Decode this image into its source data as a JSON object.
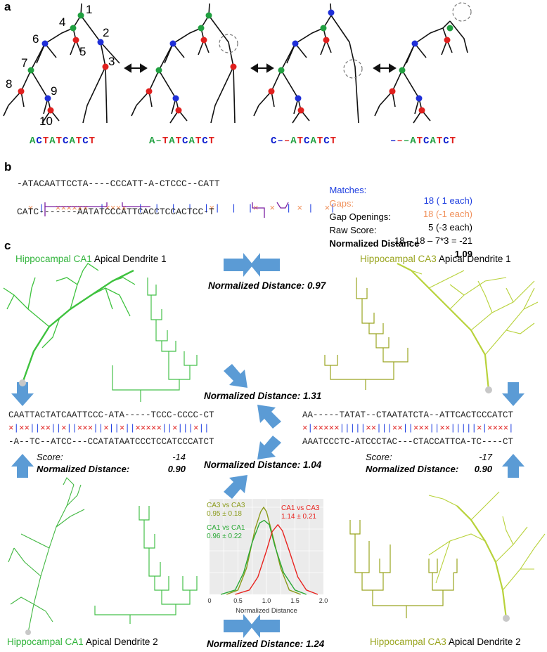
{
  "panel_labels": {
    "a": "a",
    "b": "b",
    "c": "c"
  },
  "panel_a": {
    "node_numbers": [
      "1",
      "2",
      "3",
      "4",
      "5",
      "6",
      "7",
      "8",
      "9",
      "10"
    ],
    "sequences": [
      [
        {
          "ch": "A",
          "c": "a"
        },
        {
          "ch": "C",
          "c": "c"
        },
        {
          "ch": "T",
          "c": "t"
        },
        {
          "ch": "A",
          "c": "a"
        },
        {
          "ch": "T",
          "c": "t"
        },
        {
          "ch": "C",
          "c": "c"
        },
        {
          "ch": "A",
          "c": "a"
        },
        {
          "ch": "T",
          "c": "t"
        },
        {
          "ch": "C",
          "c": "c"
        },
        {
          "ch": "T",
          "c": "t"
        }
      ],
      [
        {
          "ch": "A",
          "c": "a"
        },
        {
          "ch": "–",
          "c": "a"
        },
        {
          "ch": "T",
          "c": "t"
        },
        {
          "ch": "A",
          "c": "a"
        },
        {
          "ch": "T",
          "c": "t"
        },
        {
          "ch": "C",
          "c": "c"
        },
        {
          "ch": "A",
          "c": "a"
        },
        {
          "ch": "T",
          "c": "t"
        },
        {
          "ch": "C",
          "c": "c"
        },
        {
          "ch": "T",
          "c": "t"
        }
      ],
      [
        {
          "ch": "C",
          "c": "c"
        },
        {
          "ch": "–",
          "c": "c"
        },
        {
          "ch": "–",
          "c": "t"
        },
        {
          "ch": "A",
          "c": "a"
        },
        {
          "ch": "T",
          "c": "t"
        },
        {
          "ch": "C",
          "c": "c"
        },
        {
          "ch": "A",
          "c": "a"
        },
        {
          "ch": "T",
          "c": "t"
        },
        {
          "ch": "C",
          "c": "c"
        },
        {
          "ch": "T",
          "c": "t"
        }
      ],
      [
        {
          "ch": "–",
          "c": "c"
        },
        {
          "ch": "–",
          "c": "t"
        },
        {
          "ch": "–",
          "c": "a"
        },
        {
          "ch": "A",
          "c": "a"
        },
        {
          "ch": "T",
          "c": "t"
        },
        {
          "ch": "C",
          "c": "c"
        },
        {
          "ch": "A",
          "c": "a"
        },
        {
          "ch": "T",
          "c": "t"
        },
        {
          "ch": "C",
          "c": "c"
        },
        {
          "ch": "T",
          "c": "t"
        }
      ]
    ]
  },
  "panel_b": {
    "seq_top": "-ATACAATTCCTA----CCCATT-A-CTCCC--CATT",
    "seq_bottom": "CATC-------AATATCCCATTCACCTCCACTCC-T",
    "match_row": "× |  ××××××  |××××  |  |  |  |  |×|  |  |×  ×  | × |  ×|",
    "stats": [
      {
        "label": "Matches:",
        "value": "18 ( 1 each)",
        "color": "#1f3fe0"
      },
      {
        "label": "Gaps:",
        "value": "18 (-1 each)",
        "color": "#f0905a"
      },
      {
        "label": "Gap Openings:",
        "value": "5 (-3 each)",
        "color": "#111111"
      },
      {
        "label": "Raw Score:",
        "value": "18 – 18 – 7*3 = -21",
        "color": "#111111"
      }
    ],
    "normalized_label": "Normalized Distance",
    "normalized_value": "1.09"
  },
  "panel_c": {
    "captions": {
      "ca1_d1": {
        "region": "Hippocampal CA1",
        "rest": "Apical Dendrite 1"
      },
      "ca3_d1": {
        "region": "Hippocampal CA3",
        "rest": "Apical Dendrite 1"
      },
      "ca1_d2": {
        "region": "Hippocampal CA1",
        "rest": "Apical Dendrite 2"
      },
      "ca3_d2": {
        "region": "Hippocampal CA3",
        "rest": "Apical Dendrite 2"
      }
    },
    "distances": {
      "top": "Normalized Distance: 0.97",
      "diag1": "Normalized Distance: 1.31",
      "diag2": "Normalized Distance: 1.04",
      "bottom": "Normalized Distance: 1.24"
    },
    "left_alignment": {
      "top": "CAATTACTATCAATTCCC-ATA-----TCCC-CCCC-CT",
      "mid": "×|××||××||×||×××||×||×||×××××||×|||×||",
      "bottom": "-A--TC--ATCC---CCATATAATCCCTCCATCCCATCT",
      "score_label": "Score:",
      "score": "-14",
      "nd_label": "Normalized Distance:",
      "nd": "0.90"
    },
    "right_alignment": {
      "top": "AA-----TATAT--CTAATATCTA--ATTCACTCCCATCT",
      "mid": "×|×××××|||||××|||××||×××||××|||||×|××××|",
      "bottom": "AAATCCCTC-ATCCCTAC---CTACCATTCA-TC----CT",
      "score_label": "Score:",
      "score": "-17",
      "nd_label": "Normalized Distance:",
      "nd": "0.90"
    },
    "legend": {
      "ca3ca3": {
        "name": "CA3 vs CA3",
        "stat": "0.95 ± 0.18"
      },
      "ca1ca1": {
        "name": "CA1 vs CA1",
        "stat": "0.96 ± 0.22"
      },
      "ca1ca3": {
        "name": "CA1 vs CA3",
        "stat": "1.14 ± 0.21"
      }
    }
  },
  "chart_data": {
    "type": "line",
    "xlabel": "Normalized Distance",
    "xlim": [
      0,
      2.0
    ],
    "xticks": [
      "0",
      "0.5",
      "1.0",
      "1.5",
      "2.0"
    ],
    "series": [
      {
        "name": "CA3 vs CA3",
        "color": "#8a9a1a",
        "x": [
          0.3,
          0.5,
          0.65,
          0.8,
          0.9,
          0.95,
          1.0,
          1.1,
          1.25,
          1.4,
          1.6
        ],
        "y": [
          0.0,
          0.05,
          0.3,
          0.75,
          0.95,
          1.0,
          0.95,
          0.7,
          0.3,
          0.05,
          0.0
        ]
      },
      {
        "name": "CA1 vs CA1",
        "color": "#2aa835",
        "x": [
          0.2,
          0.45,
          0.6,
          0.75,
          0.88,
          0.96,
          1.05,
          1.15,
          1.3,
          1.5,
          1.7
        ],
        "y": [
          0.0,
          0.05,
          0.25,
          0.6,
          0.82,
          0.85,
          0.8,
          0.55,
          0.25,
          0.05,
          0.0
        ]
      },
      {
        "name": "CA1 vs CA3",
        "color": "#e8231f",
        "x": [
          0.45,
          0.7,
          0.85,
          1.0,
          1.1,
          1.2,
          1.28,
          1.4,
          1.55,
          1.7,
          1.9
        ],
        "y": [
          0.0,
          0.05,
          0.2,
          0.5,
          0.72,
          0.8,
          0.73,
          0.5,
          0.2,
          0.05,
          0.0
        ]
      }
    ]
  }
}
